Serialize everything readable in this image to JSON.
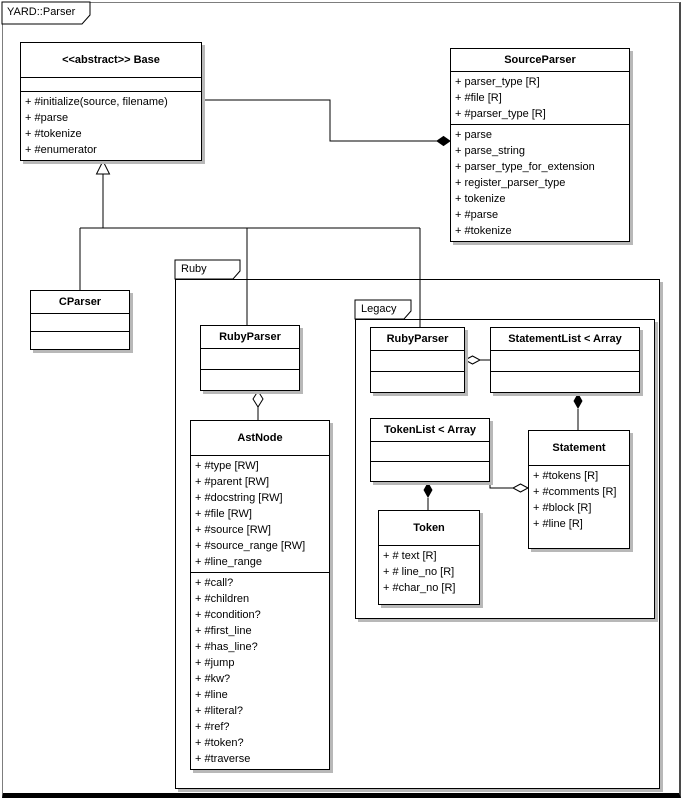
{
  "frame": {
    "title": "YARD::Parser"
  },
  "packages": {
    "ruby": {
      "label": "Ruby"
    },
    "legacy": {
      "label": "Legacy"
    }
  },
  "classes": {
    "base": {
      "title": "<<abstract>> Base",
      "methods": [
        "+ #initialize(source, filename)",
        "+ #parse",
        "+ #tokenize",
        "+ #enumerator"
      ]
    },
    "source_parser": {
      "title": "SourceParser",
      "attributes": [
        "+ parser_type [R]",
        "+ #file [R]",
        "+ #parser_type [R]"
      ],
      "methods": [
        "+ parse",
        "+ parse_string",
        "+ parser_type_for_extension",
        "+ register_parser_type",
        "+ tokenize",
        "+ #parse",
        "+ #tokenize"
      ]
    },
    "cparser": {
      "title": "CParser"
    },
    "ruby_parser": {
      "title": "RubyParser"
    },
    "ast_node": {
      "title": "AstNode",
      "attributes": [
        "+ #type [RW]",
        "+ #parent [RW]",
        "+ #docstring [RW]",
        "+ #file [RW]",
        "+ #source [RW]",
        "+ #source_range [RW]",
        "+ #line_range"
      ],
      "methods": [
        "+ #call?",
        "+ #children",
        "+ #condition?",
        "+ #first_line",
        "+ #has_line?",
        "+ #jump",
        "+ #kw?",
        "+ #line",
        "+ #literal?",
        "+ #ref?",
        "+ #token?",
        "+ #traverse"
      ]
    },
    "legacy_ruby_parser": {
      "title": "RubyParser"
    },
    "statement_list": {
      "title": "StatementList < Array"
    },
    "token_list": {
      "title": "TokenList < Array"
    },
    "statement": {
      "title": "Statement",
      "attributes": [
        "+ #tokens [R]",
        "+ #comments [R]",
        "+ #block [R]",
        "+ #line [R]"
      ]
    },
    "token": {
      "title": "Token",
      "attributes": [
        "+ # text [R]",
        "+ # line_no [R]",
        "+ #char_no [R]"
      ]
    }
  },
  "relationships": [
    {
      "from": "Base",
      "to": "SourceParser",
      "type": "composition"
    },
    {
      "from": "CParser",
      "to": "Base",
      "type": "generalization"
    },
    {
      "from": "RubyParser (Ruby)",
      "to": "Base",
      "type": "generalization"
    },
    {
      "from": "RubyParser (Legacy)",
      "to": "Base",
      "type": "generalization"
    },
    {
      "from": "RubyParser (Ruby)",
      "to": "AstNode",
      "type": "aggregation"
    },
    {
      "from": "RubyParser (Legacy)",
      "to": "StatementList < Array",
      "type": "aggregation"
    },
    {
      "from": "StatementList < Array",
      "to": "Statement",
      "type": "composition"
    },
    {
      "from": "TokenList < Array",
      "to": "Token",
      "type": "composition"
    },
    {
      "from": "Statement",
      "to": "TokenList < Array",
      "type": "aggregation"
    }
  ],
  "colors": {
    "line": "#000000",
    "box_bg": "#ffffff",
    "shadow": "#b8b8b8"
  }
}
